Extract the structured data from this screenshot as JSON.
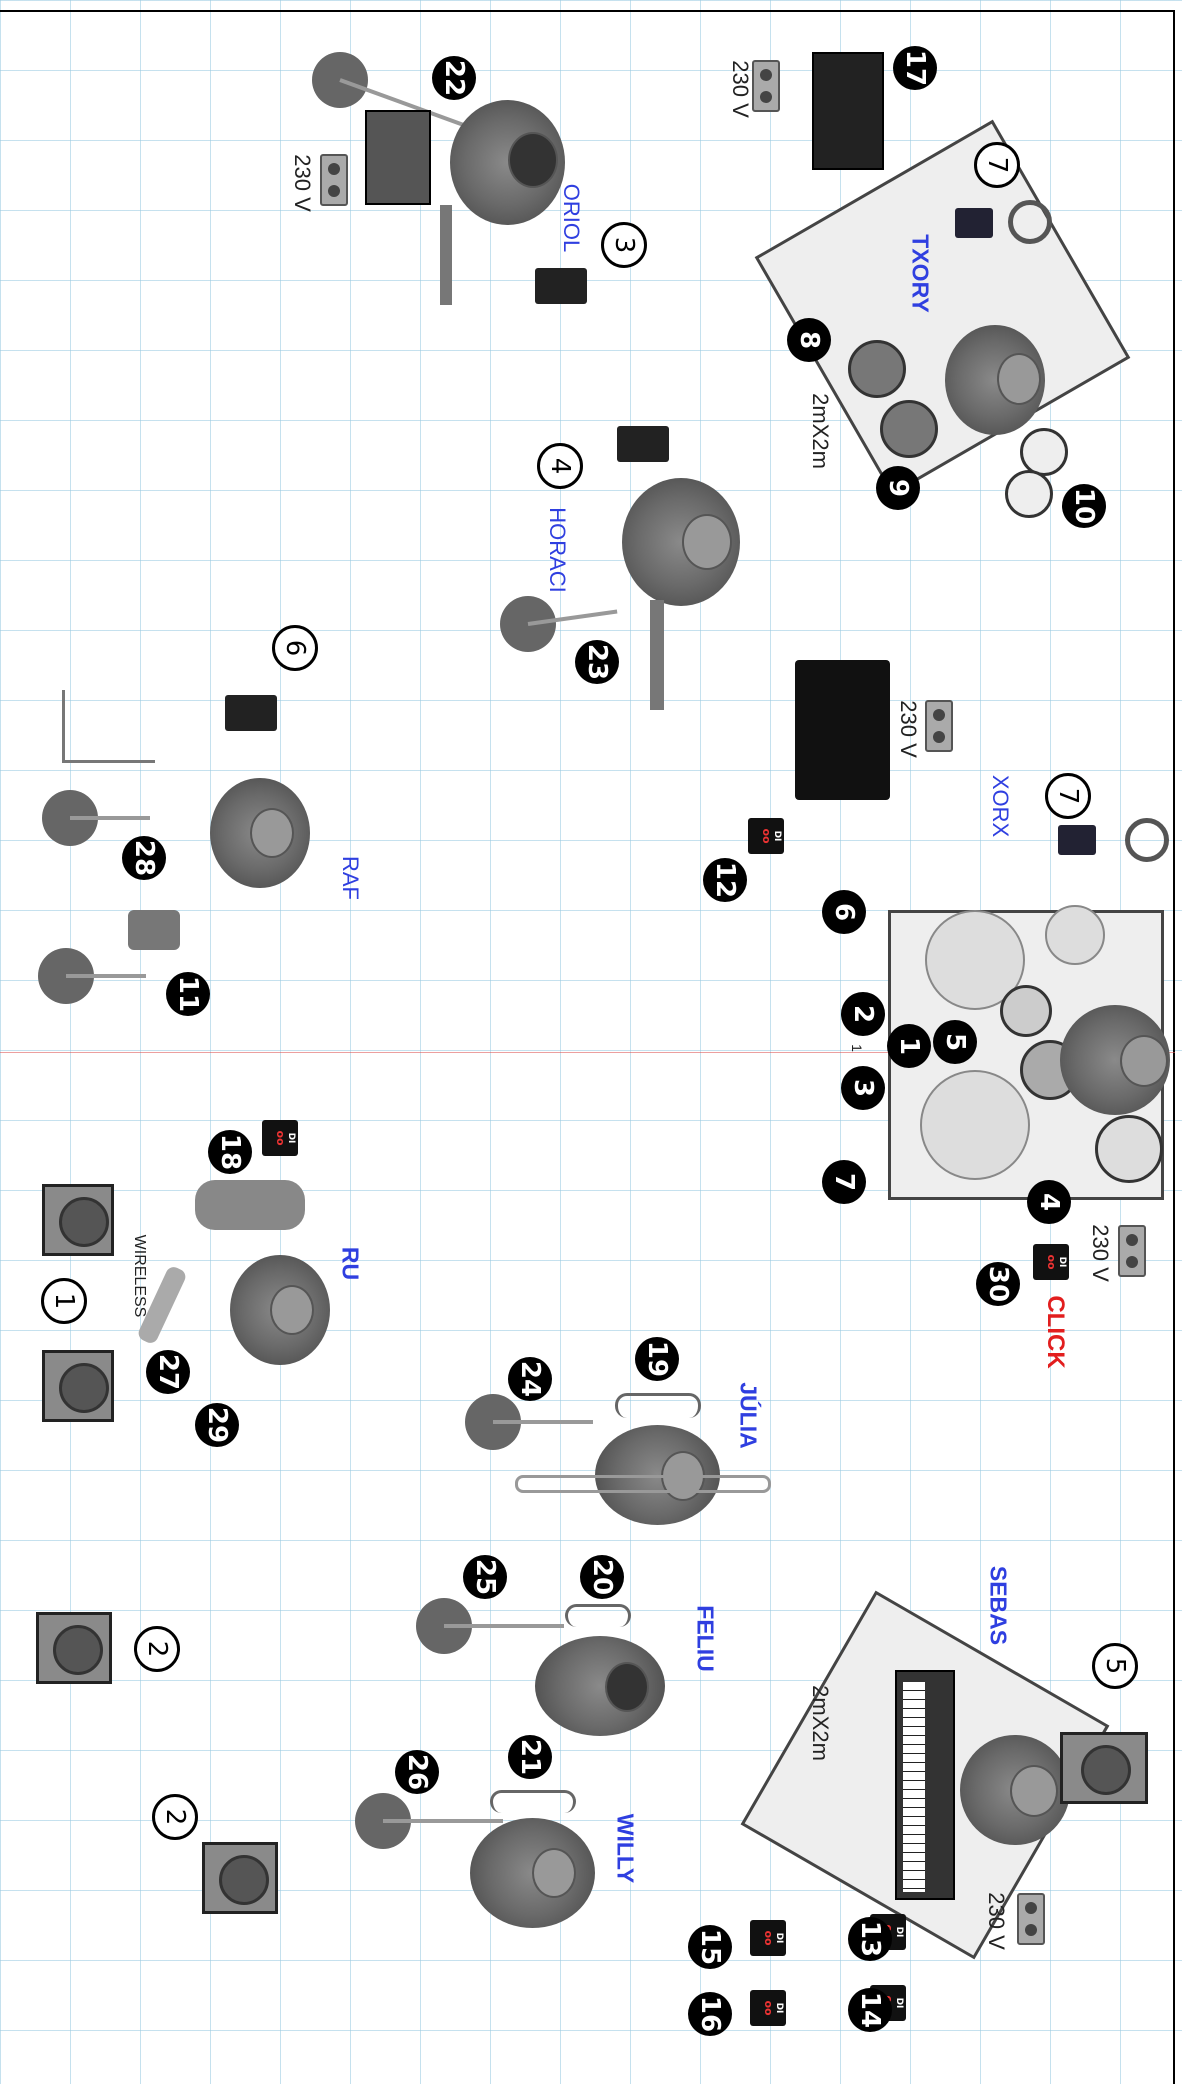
{
  "stage": {
    "riser_size_label": "2mX2m"
  },
  "musicians": {
    "txory": "TXORY",
    "oriol": "ORIOL",
    "horaci": "HORACI",
    "xorx": "XORX",
    "raf": "RAF",
    "ru": "RU",
    "julia": "JÚLIA",
    "feliu": "FELIU",
    "willy": "WILLY",
    "sebas": "SEBAS"
  },
  "labels": {
    "click": "CLICK",
    "wireless": "WIRELESS",
    "voltage": "230 V",
    "di": "DI"
  },
  "inputs": {
    "n1": "1",
    "n2": "2",
    "n3": "3",
    "n4": "4",
    "n5": "5",
    "n6": "6",
    "n7": "7",
    "n8": "8",
    "n9": "9",
    "n10": "10",
    "n11": "11",
    "n12": "12",
    "n13": "13",
    "n14": "14",
    "n15": "15",
    "n16": "16",
    "n17": "17",
    "n18": "18",
    "n19": "19",
    "n20": "20",
    "n21": "21",
    "n22": "22",
    "n23": "23",
    "n24": "24",
    "n25": "25",
    "n26": "26",
    "n27": "27",
    "n28": "28",
    "n29": "29",
    "n30": "30"
  },
  "outputs": {
    "o1": "1",
    "o2": "2",
    "o3": "3",
    "o4": "4",
    "o5": "5",
    "o6": "6",
    "o7": "7"
  },
  "drum_kit_inner_label": "1",
  "colors": {
    "musician_label": "#2f3fe0",
    "click_label": "#e21e1e",
    "grid": "#96c8e1"
  },
  "icons": [
    "microphone-stand-icon",
    "speaker-monitor-icon",
    "di-box-icon",
    "power-outlet-icon",
    "headphones-icon",
    "in-ear-pack-icon",
    "wireless-pack-icon"
  ]
}
